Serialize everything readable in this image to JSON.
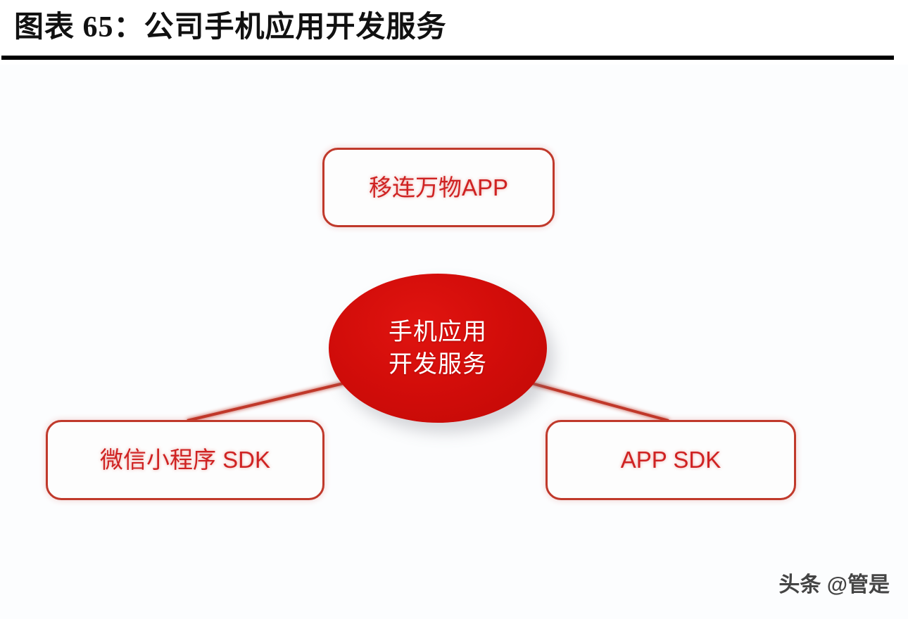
{
  "header": {
    "title": "图表 65：公司手机应用开发服务"
  },
  "diagram": {
    "type": "hub-and-spoke",
    "center": {
      "name": "center-node",
      "line1": "手机应用",
      "line2": "开发服务",
      "fill_color": "#d30d0a",
      "text_color": "#ffffff"
    },
    "nodes": [
      {
        "id": "top",
        "label": "移连万物APP",
        "border_color": "#c0392b",
        "text_color": "#cf2222"
      },
      {
        "id": "left",
        "label": "微信小程序 SDK",
        "border_color": "#c0392b",
        "text_color": "#cf2222"
      },
      {
        "id": "right",
        "label": "APP SDK",
        "border_color": "#c0392b",
        "text_color": "#cf2222"
      }
    ],
    "connectors": [
      {
        "from": "center",
        "to": "top"
      },
      {
        "from": "center",
        "to": "left"
      },
      {
        "from": "center",
        "to": "right"
      }
    ],
    "connector_color": "#c0392b"
  },
  "watermark": {
    "text": "头条 @管是"
  }
}
